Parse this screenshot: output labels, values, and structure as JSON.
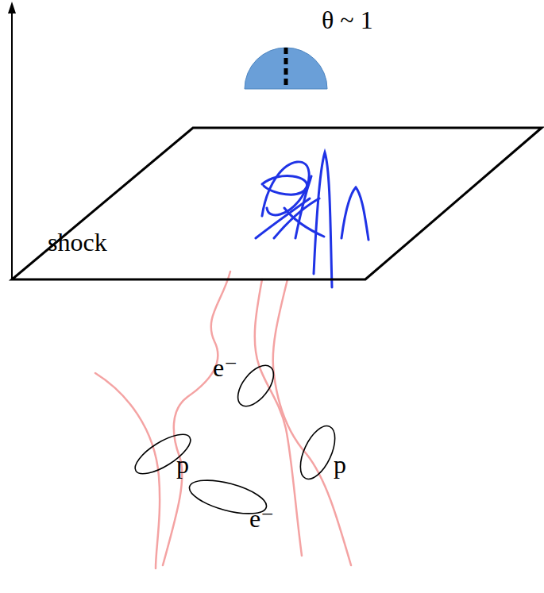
{
  "diagram": {
    "nodes": [
      {
        "text": [
          "shock"
        ]
      }
    ],
    "labels": [
      "θ ~ 1",
      "e⁻",
      "p",
      "p",
      "e⁻"
    ]
  }
}
